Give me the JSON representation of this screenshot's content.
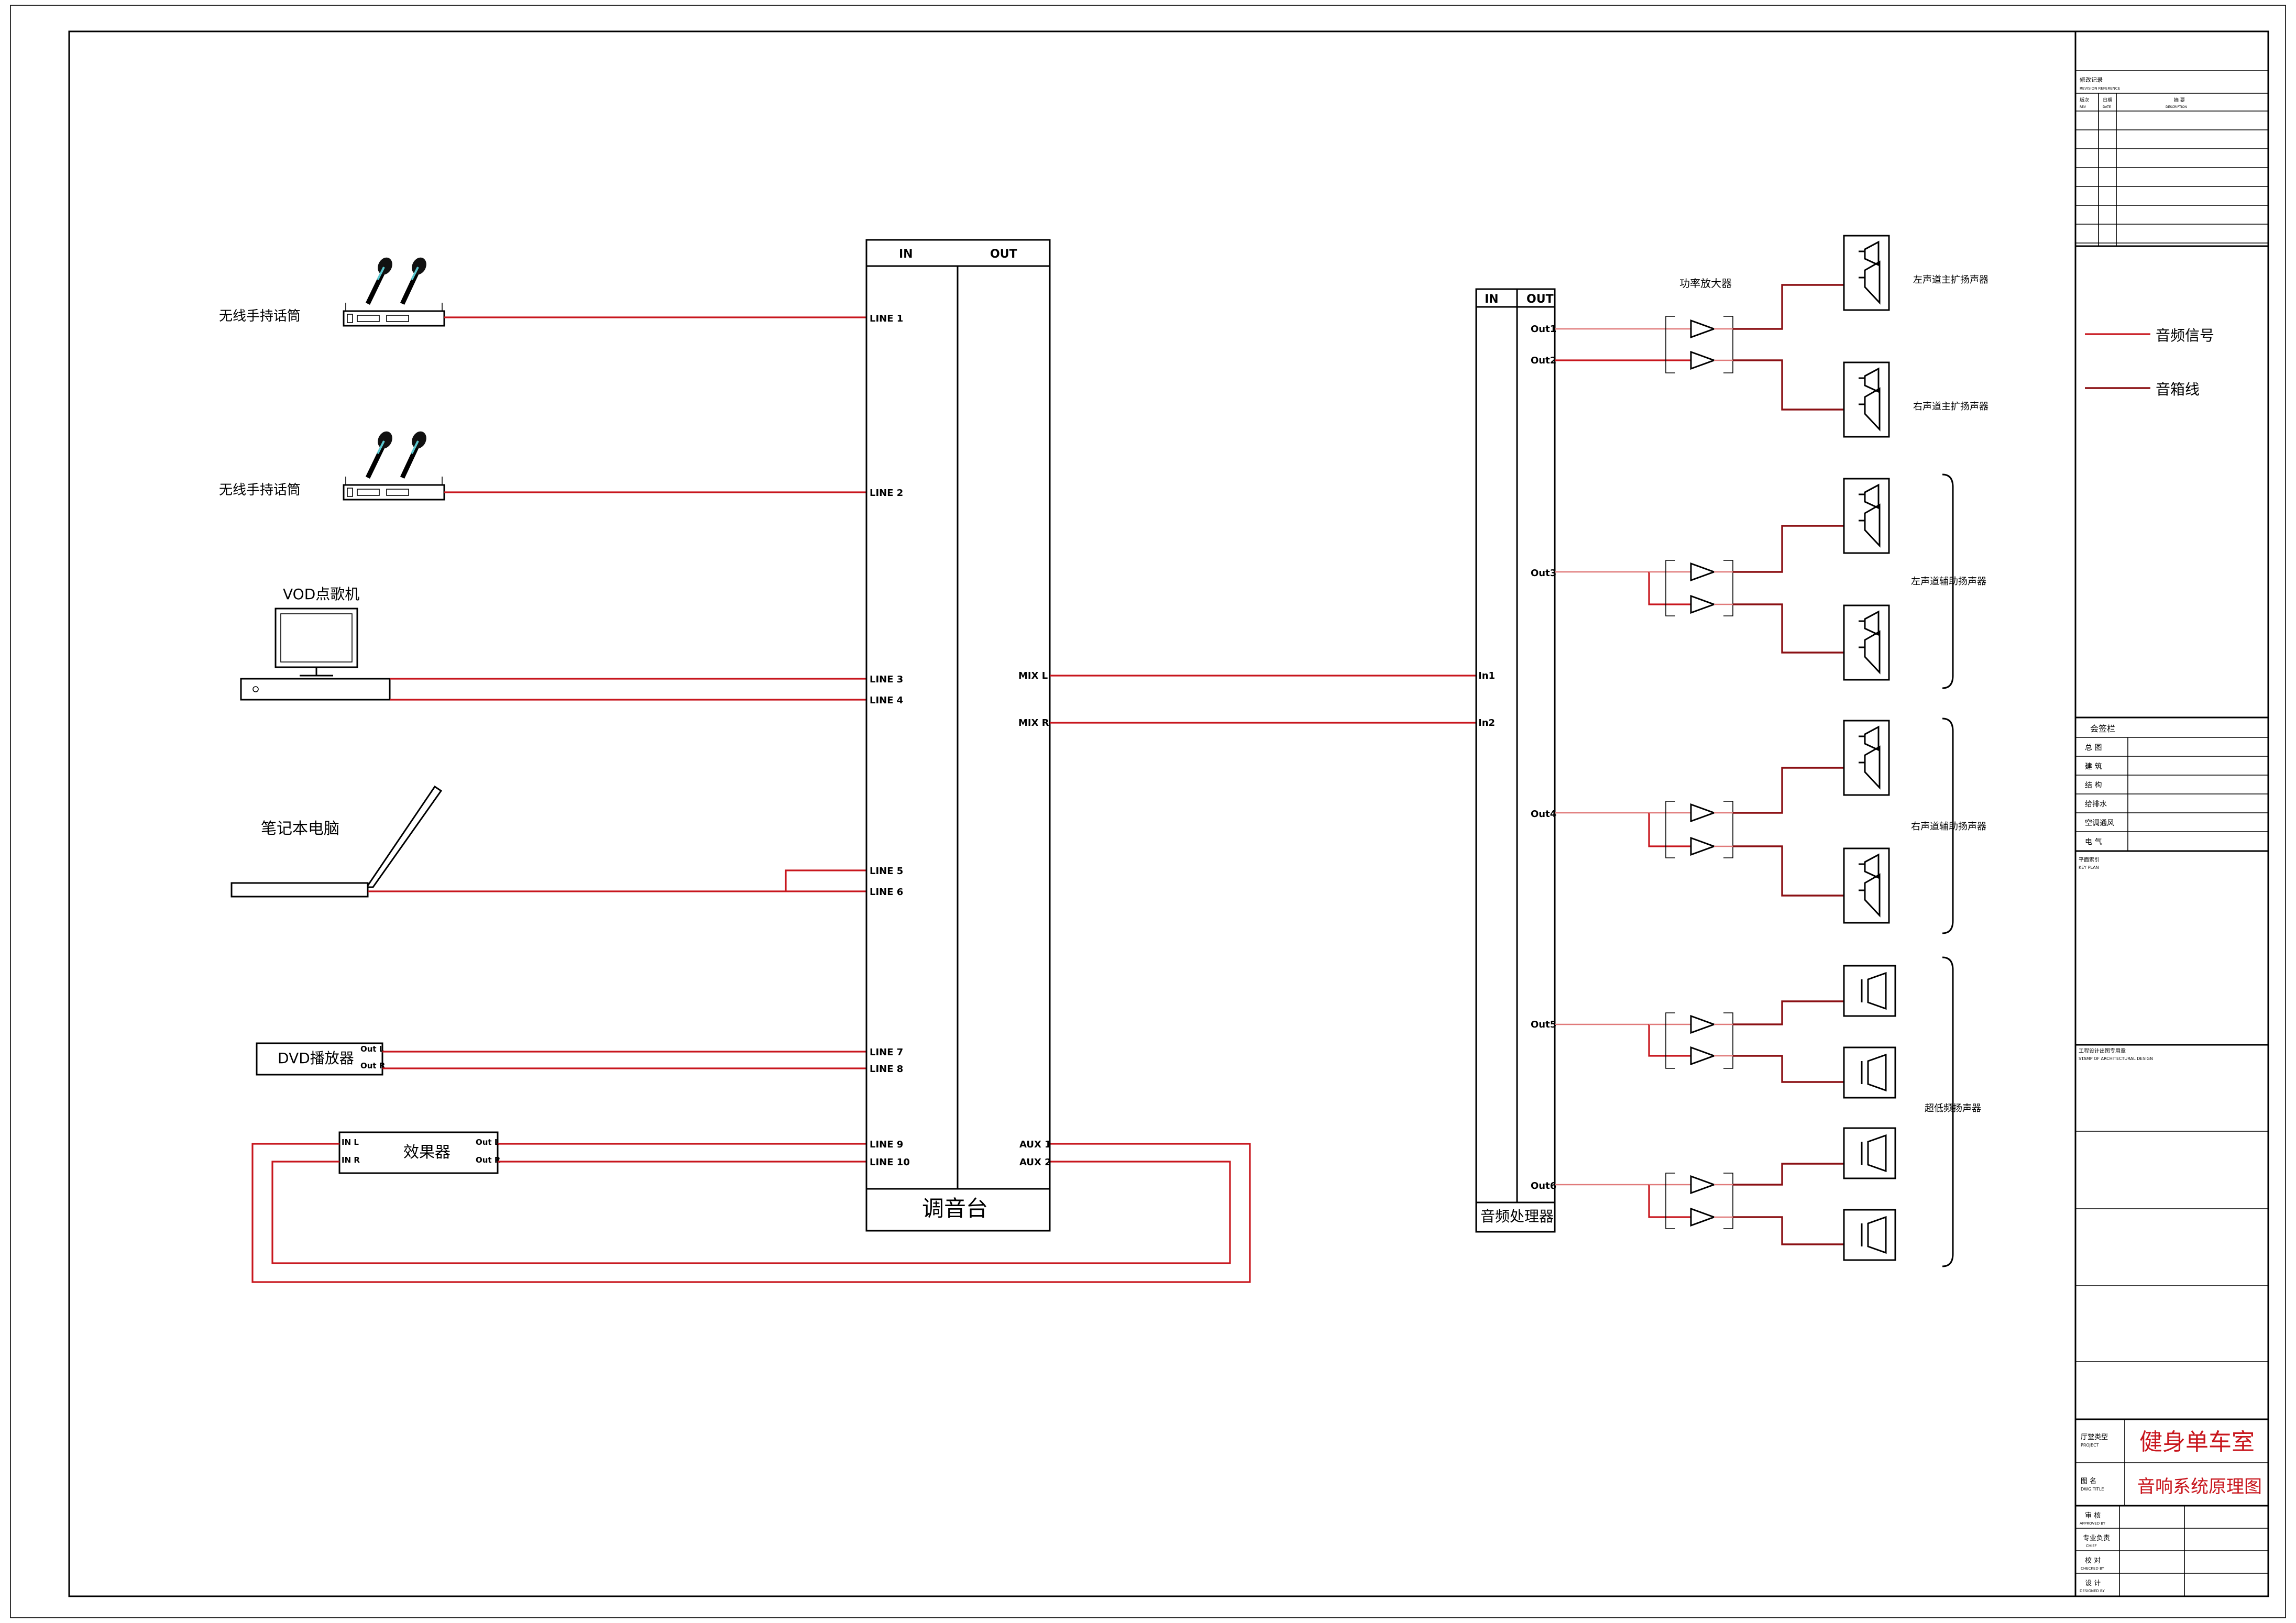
{
  "sources": {
    "mic1": "无线手持话筒",
    "mic2": "无线手持话筒",
    "vod": "VOD点歌机",
    "laptop": "笔记本电脑",
    "dvd": "DVD播放器",
    "dvd_out_l": "Out L",
    "dvd_out_r": "Out R",
    "effects": "效果器",
    "fx_in_l": "IN L",
    "fx_in_r": "IN R",
    "fx_out_l": "Out L",
    "fx_out_r": "Out R"
  },
  "mixer": {
    "title": "调音台",
    "in_header": "IN",
    "out_header": "OUT",
    "inputs": [
      "LINE 1",
      "LINE 2",
      "LINE 3",
      "LINE 4",
      "LINE 5",
      "LINE 6",
      "LINE 7",
      "LINE 8",
      "LINE 9",
      "LINE 10"
    ],
    "mix_l": "MIX L",
    "mix_r": "MIX R",
    "aux1": "AUX 1",
    "aux2": "AUX 2"
  },
  "processor": {
    "title": "音频处理器",
    "in_header": "IN",
    "out_header": "OUT",
    "in1": "In1",
    "in2": "In2",
    "outputs": [
      "Out1",
      "Out2",
      "Out3",
      "Out4",
      "Out5",
      "Out6"
    ]
  },
  "amplifier_label": "功率放大器",
  "speakers": {
    "left_main": "左声道主扩扬声器",
    "right_main": "右声道主扩扬声器",
    "left_aux": "左声道辅助扬声器",
    "right_aux": "右声道辅助扬声器",
    "sub": "超低频扬声器"
  },
  "legend": {
    "signal": "音频信号",
    "speaker_line": "音箱线",
    "signal_color": "#c8161d",
    "speaker_color": "#8b1014"
  },
  "title_block": {
    "revision_title": "修改记录",
    "revision_sub": "REVISION REFERENCE",
    "rev_col1": "版次",
    "rev_col1_en": "REV",
    "rev_col2": "日期",
    "rev_col2_en": "DATE",
    "rev_col3": "摘 要",
    "rev_col3_en": "DESCRIPTION",
    "signoff_title": "会签栏",
    "signoff_rows": [
      "总 图",
      "建 筑",
      "结 构",
      "给排水",
      "空调通风",
      "电 气"
    ],
    "key_plan": "平面索引",
    "key_plan_en": "KEY PLAN",
    "stamp": "工程设计出图专用章",
    "stamp_en": "STAMP OF ARCHITECTURAL DESIGN",
    "project_label": "厅堂类型",
    "project_label_en": "PROJECT",
    "project_value": "健身单车室",
    "drawing_label": "图 名",
    "drawing_label_en": "DWG.TITLE",
    "drawing_value": "音响系统原理图",
    "approved": "审 核",
    "approved_en": "APPROVED BY",
    "chief": "专业负责",
    "chief_en": "CHIEF",
    "checked": "校 对",
    "checked_en": "CHECKED BY",
    "designed": "设 计",
    "designed_en": "DESIGNED BY"
  }
}
